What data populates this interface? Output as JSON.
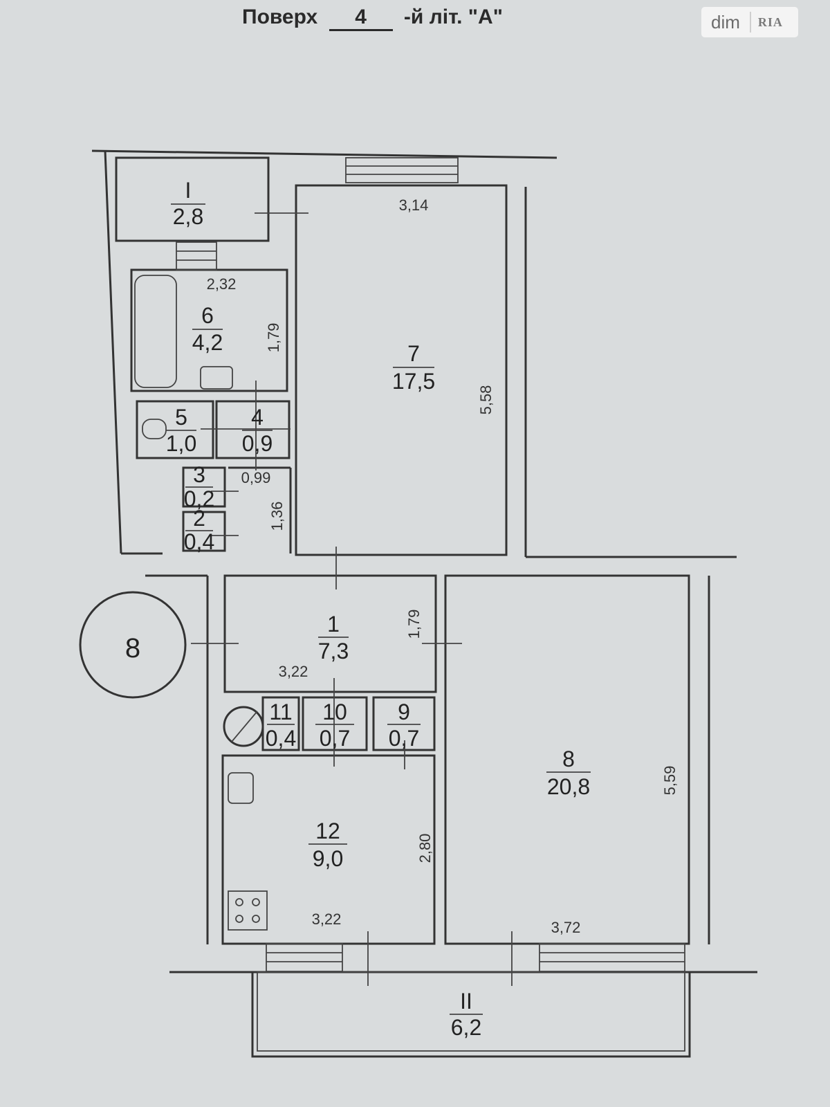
{
  "header": {
    "prefix": "Поверх",
    "floor": "4",
    "suffix": "-й літ. \"А\""
  },
  "logo": {
    "dim": "dim",
    "ria": "RIA"
  },
  "rooms": [
    {
      "id": "balcony-I",
      "num": "I",
      "area": "2,8"
    },
    {
      "id": "room-6",
      "num": "6",
      "area": "4,2"
    },
    {
      "id": "room-5",
      "num": "5",
      "area": "1,0"
    },
    {
      "id": "room-4",
      "num": "4",
      "area": "0,9"
    },
    {
      "id": "room-3",
      "num": "3",
      "area": "0,2"
    },
    {
      "id": "room-2",
      "num": "2",
      "area": "0,4"
    },
    {
      "id": "room-7",
      "num": "7",
      "area": "17,5"
    },
    {
      "id": "room-1",
      "num": "1",
      "area": "7,3"
    },
    {
      "id": "room-11",
      "num": "11",
      "area": "0,4"
    },
    {
      "id": "room-10",
      "num": "10",
      "area": "0,7"
    },
    {
      "id": "room-9",
      "num": "9",
      "area": "0,7"
    },
    {
      "id": "room-12",
      "num": "12",
      "area": "9,0"
    },
    {
      "id": "room-8",
      "num": "8",
      "area": "20,8"
    },
    {
      "id": "balcony-II",
      "num": "II",
      "area": "6,2"
    }
  ],
  "dimensions": {
    "room7_width": "3,14",
    "room7_length": "5,58",
    "room6_width": "2,32",
    "room6_length": "1,79",
    "corridor_width": "0,99",
    "corridor_length": "1,36",
    "room1_length": "1,79",
    "room1_width": "3,22",
    "room12_length": "2,80",
    "room12_width": "3,22",
    "room8_length": "5,59",
    "room8_width": "3,72"
  },
  "stair_marker": "8"
}
